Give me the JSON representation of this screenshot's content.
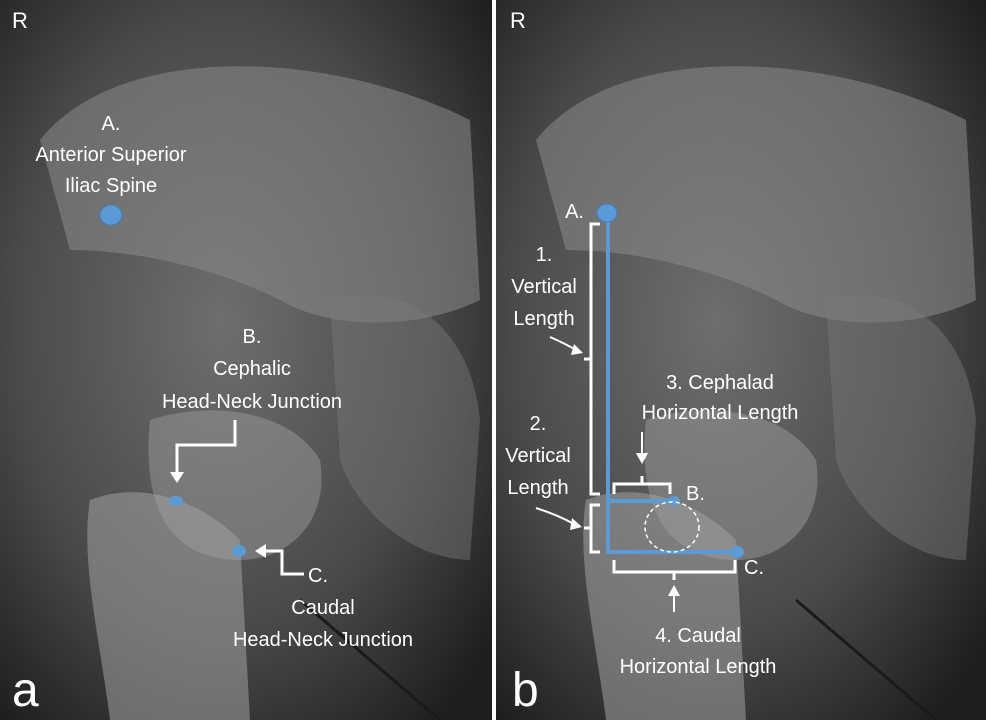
{
  "accent_color": "#5b9bd5",
  "panel_a": {
    "side_marker": "R",
    "panel_label": "a",
    "point_a": {
      "letter": "A.",
      "line1": "Anterior Superior",
      "line2": "Iliac Spine"
    },
    "point_b": {
      "letter": "B.",
      "line1": "Cephalic",
      "line2": "Head-Neck Junction"
    },
    "point_c": {
      "letter": "C.",
      "line1": "Caudal",
      "line2": "Head-Neck Junction"
    }
  },
  "panel_b": {
    "side_marker": "R",
    "panel_label": "b",
    "point_a": "A.",
    "point_b": "B.",
    "point_c": "C.",
    "measure_1": {
      "line1": "1.",
      "line2": "Vertical",
      "line3": "Length"
    },
    "measure_2": {
      "line1": "2.",
      "line2": "Vertical",
      "line3": "Length"
    },
    "measure_3": {
      "line1": "3. Cephalad",
      "line2": "Horizontal Length"
    },
    "measure_4": {
      "line1": "4. Caudal",
      "line2": "Horizontal Length"
    }
  }
}
